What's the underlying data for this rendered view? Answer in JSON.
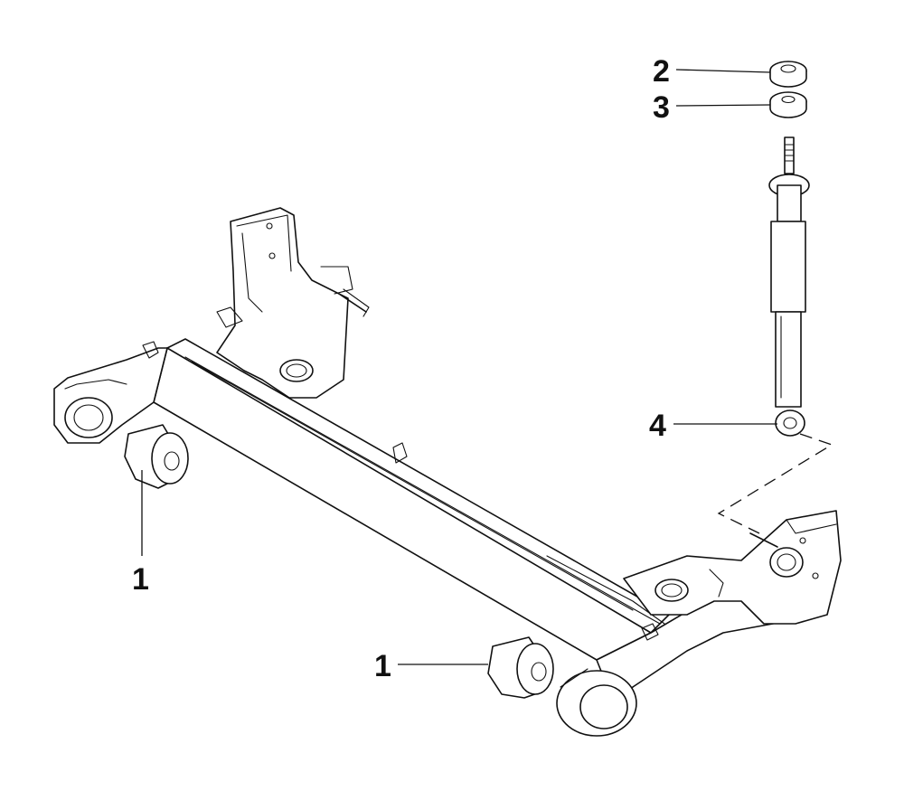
{
  "callouts": [
    {
      "id": "bushing-left",
      "label": "1"
    },
    {
      "id": "top-cup",
      "label": "2"
    },
    {
      "id": "washer",
      "label": "3"
    },
    {
      "id": "lower-bushing",
      "label": "4"
    },
    {
      "id": "bushing-right",
      "label": "1"
    }
  ],
  "colors": {
    "line": "#111111",
    "background": "#ffffff"
  }
}
